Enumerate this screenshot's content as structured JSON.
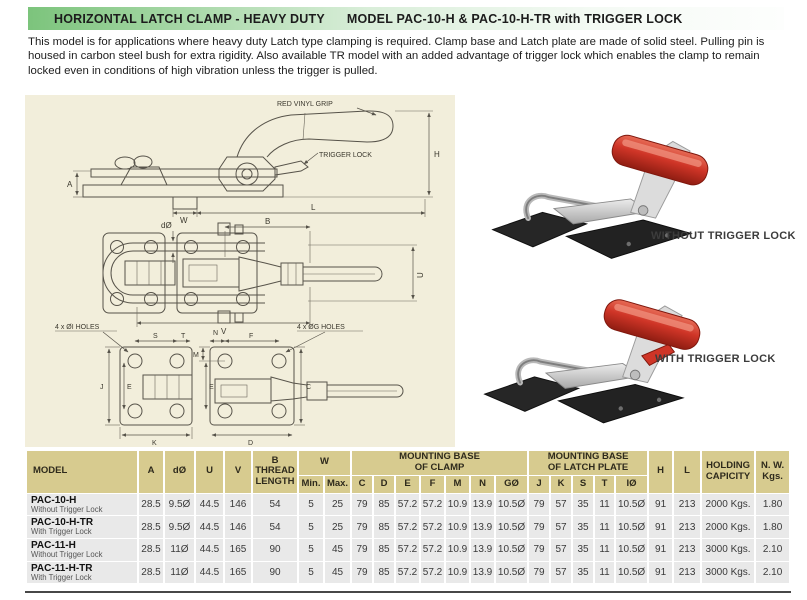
{
  "header": {
    "title": "HORIZONTAL LATCH CLAMP - HEAVY DUTY",
    "title_model": "MODEL PAC-10-H & PAC-10-H-TR with TRIGGER LOCK",
    "description": "This model is for applications where heavy duty Latch type clamping is required. Clamp base and Latch plate are made of solid steel. Pulling pin is housed in carbon steel bush for extra rigidity. Also available TR model with an added advantage of trigger lock which enables the clamp to remain locked even in conditions of high vibration unless the trigger is pulled."
  },
  "drawing": {
    "callouts": {
      "grip": "RED VINYL GRIP",
      "trigger": "TRIGGER LOCK",
      "holes_i": "4 x ØI HOLES",
      "holes_g": "4 x ØG HOLES"
    },
    "dims": {
      "a": "A",
      "w": "W",
      "l": "L",
      "h": "H",
      "d": "dØ",
      "b": "B",
      "v": "V",
      "u": "U",
      "s": "S",
      "t": "T",
      "n": "N",
      "f": "F",
      "m": "M",
      "j": "J",
      "e": "E",
      "c": "C",
      "k": "K",
      "dd": "D"
    }
  },
  "photos": [
    {
      "caption": "WITHOUT TRIGGER LOCK"
    },
    {
      "caption": "WITH TRIGGER LOCK"
    }
  ],
  "table": {
    "headers": {
      "model": "MODEL",
      "a": "A",
      "d": "dØ",
      "u": "U",
      "v": "V",
      "b": "B\nTHREAD\nLENGTH",
      "w_group": "W",
      "clamp_group": "MOUNTING BASE\nOF CLAMP",
      "latch_group": "MOUNTING BASE\nOF LATCH PLATE",
      "h": "H",
      "l": "L",
      "holding": "HOLDING\nCAPICITY",
      "nw": "N. W.\nKgs."
    },
    "sub_headers": [
      "Min.",
      "Max.",
      "C",
      "D",
      "E",
      "F",
      "M",
      "N",
      "GØ",
      "J",
      "K",
      "S",
      "T",
      "IØ"
    ],
    "rows": [
      {
        "model": "PAC-10-H",
        "note": "Without Trigger Lock",
        "values": [
          "28.5",
          "9.5Ø",
          "44.5",
          "146",
          "54",
          "5",
          "25",
          "79",
          "85",
          "57.2",
          "57.2",
          "10.9",
          "13.9",
          "10.5Ø",
          "79",
          "57",
          "35",
          "11",
          "10.5Ø",
          "91",
          "213",
          "2000 Kgs.",
          "1.80"
        ]
      },
      {
        "model": "PAC-10-H-TR",
        "note": "With Trigger Lock",
        "values": [
          "28.5",
          "9.5Ø",
          "44.5",
          "146",
          "54",
          "5",
          "25",
          "79",
          "85",
          "57.2",
          "57.2",
          "10.9",
          "13.9",
          "10.5Ø",
          "79",
          "57",
          "35",
          "11",
          "10.5Ø",
          "91",
          "213",
          "2000 Kgs.",
          "1.80"
        ]
      },
      {
        "model": "PAC-11-H",
        "note": "Without Trigger Lock",
        "values": [
          "28.5",
          "11Ø",
          "44.5",
          "165",
          "90",
          "5",
          "45",
          "79",
          "85",
          "57.2",
          "57.2",
          "10.9",
          "13.9",
          "10.5Ø",
          "79",
          "57",
          "35",
          "11",
          "10.5Ø",
          "91",
          "213",
          "3000 Kgs.",
          "2.10"
        ]
      },
      {
        "model": "PAC-11-H-TR",
        "note": "With Trigger Lock",
        "values": [
          "28.5",
          "11Ø",
          "44.5",
          "165",
          "90",
          "5",
          "45",
          "79",
          "85",
          "57.2",
          "57.2",
          "10.9",
          "13.9",
          "10.5Ø",
          "79",
          "57",
          "35",
          "11",
          "10.5Ø",
          "91",
          "213",
          "3000 Kgs.",
          "2.10"
        ]
      }
    ]
  },
  "colors": {
    "title_green": "#7cc47c",
    "drawing_panel_bg": "#f2eedb",
    "table_header_khaki": "#d7cb8f",
    "table_cell_gray": "#e9e9e9",
    "grip_red": "#cf3527"
  }
}
